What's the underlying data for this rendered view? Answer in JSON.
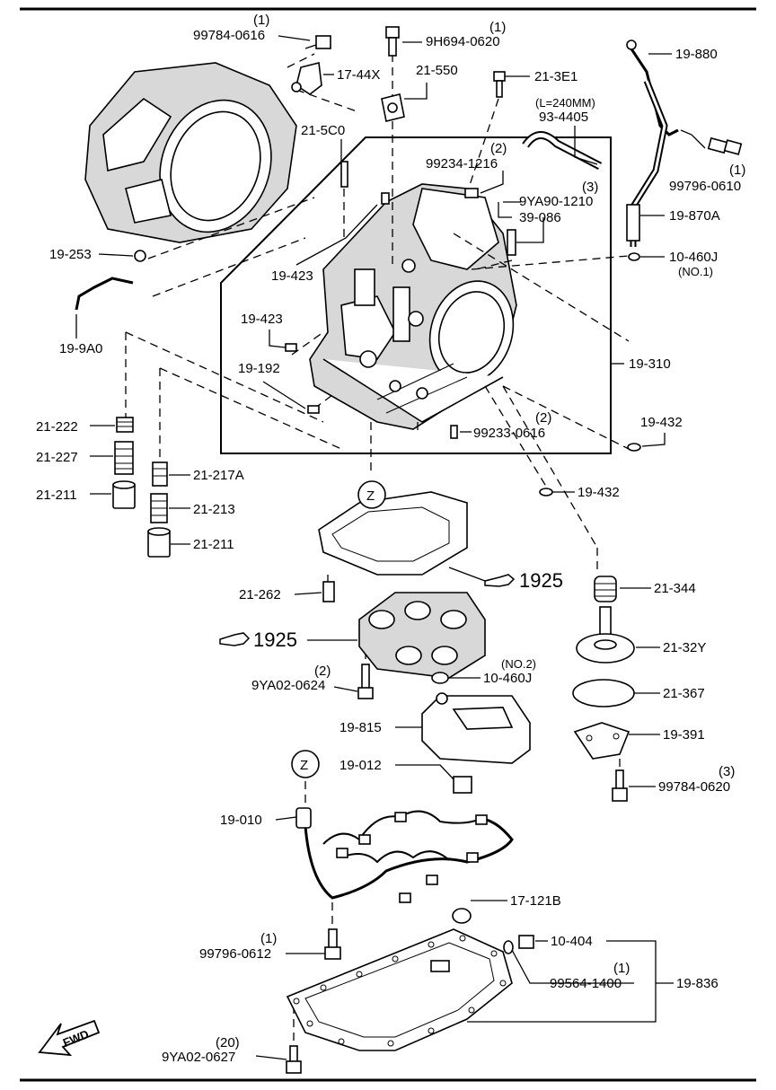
{
  "labels": {
    "p99784_0616": "99784-0616",
    "p99784_0616_q": "(1)",
    "p9H694_0620": "9H694-0620",
    "p9H694_0620_q": "(1)",
    "p17_44X": "17-44X",
    "p21_550": "21-550",
    "p21_3E1": "21-3E1",
    "p19_880": "19-880",
    "pL240": "(L=240MM)",
    "p93_4405": "93-4405",
    "p21_5C0": "21-5C0",
    "p99234_1216": "99234-1216",
    "p99234_1216_q": "(2)",
    "p9YA90_1210": "9YA90-1210",
    "p9YA90_1210_q": "(3)",
    "p39_086": "39-086",
    "p99796_0610": "99796-0610",
    "p99796_0610_q": "(1)",
    "p19_870A": "19-870A",
    "p10_460J_a": "10-460J",
    "p10_460J_a_n": "(NO.1)",
    "p19_253": "19-253",
    "p19_423_a": "19-423",
    "p19_423_b": "19-423",
    "p19_9A0": "19-9A0",
    "p19_192": "19-192",
    "p19_310": "19-310",
    "p19_432_a": "19-432",
    "p99233_0616": "99233-0616",
    "p99233_0616_q": "(2)",
    "p21_222": "21-222",
    "p21_227": "21-227",
    "p21_211_a": "21-211",
    "p21_217A": "21-217A",
    "p21_213": "21-213",
    "p21_211_b": "21-211",
    "p19_432_b": "19-432",
    "z1": "Z",
    "p21_262": "21-262",
    "ref1925_a": "1925",
    "p21_344": "21-344",
    "ref1925_b": "1925",
    "p21_32Y": "21-32Y",
    "p9YA02_0624": "9YA02-0624",
    "p9YA02_0624_q": "(2)",
    "p10_460J_b": "10-460J",
    "p10_460J_b_n": "(NO.2)",
    "p21_367": "21-367",
    "p19_815": "19-815",
    "p19_391": "19-391",
    "p19_012": "19-012",
    "p99784_0620": "99784-0620",
    "p99784_0620_q": "(3)",
    "z2": "Z",
    "p19_010": "19-010",
    "p17_121B": "17-121B",
    "p10_404": "10-404",
    "p99796_0612": "99796-0612",
    "p99796_0612_q": "(1)",
    "p99564_1400": "99564-1400",
    "p99564_1400_q": "(1)",
    "p19_836": "19-836",
    "fwd": "FWD",
    "p9YA02_0627": "9YA02-0627",
    "p9YA02_0627_q": "(20)"
  },
  "icons": [
    "hand-pointer-icon",
    "fwd-arrow-icon"
  ],
  "colors": {
    "ink": "#000000",
    "paper": "#ffffff",
    "shade": "#d8d8d8"
  }
}
